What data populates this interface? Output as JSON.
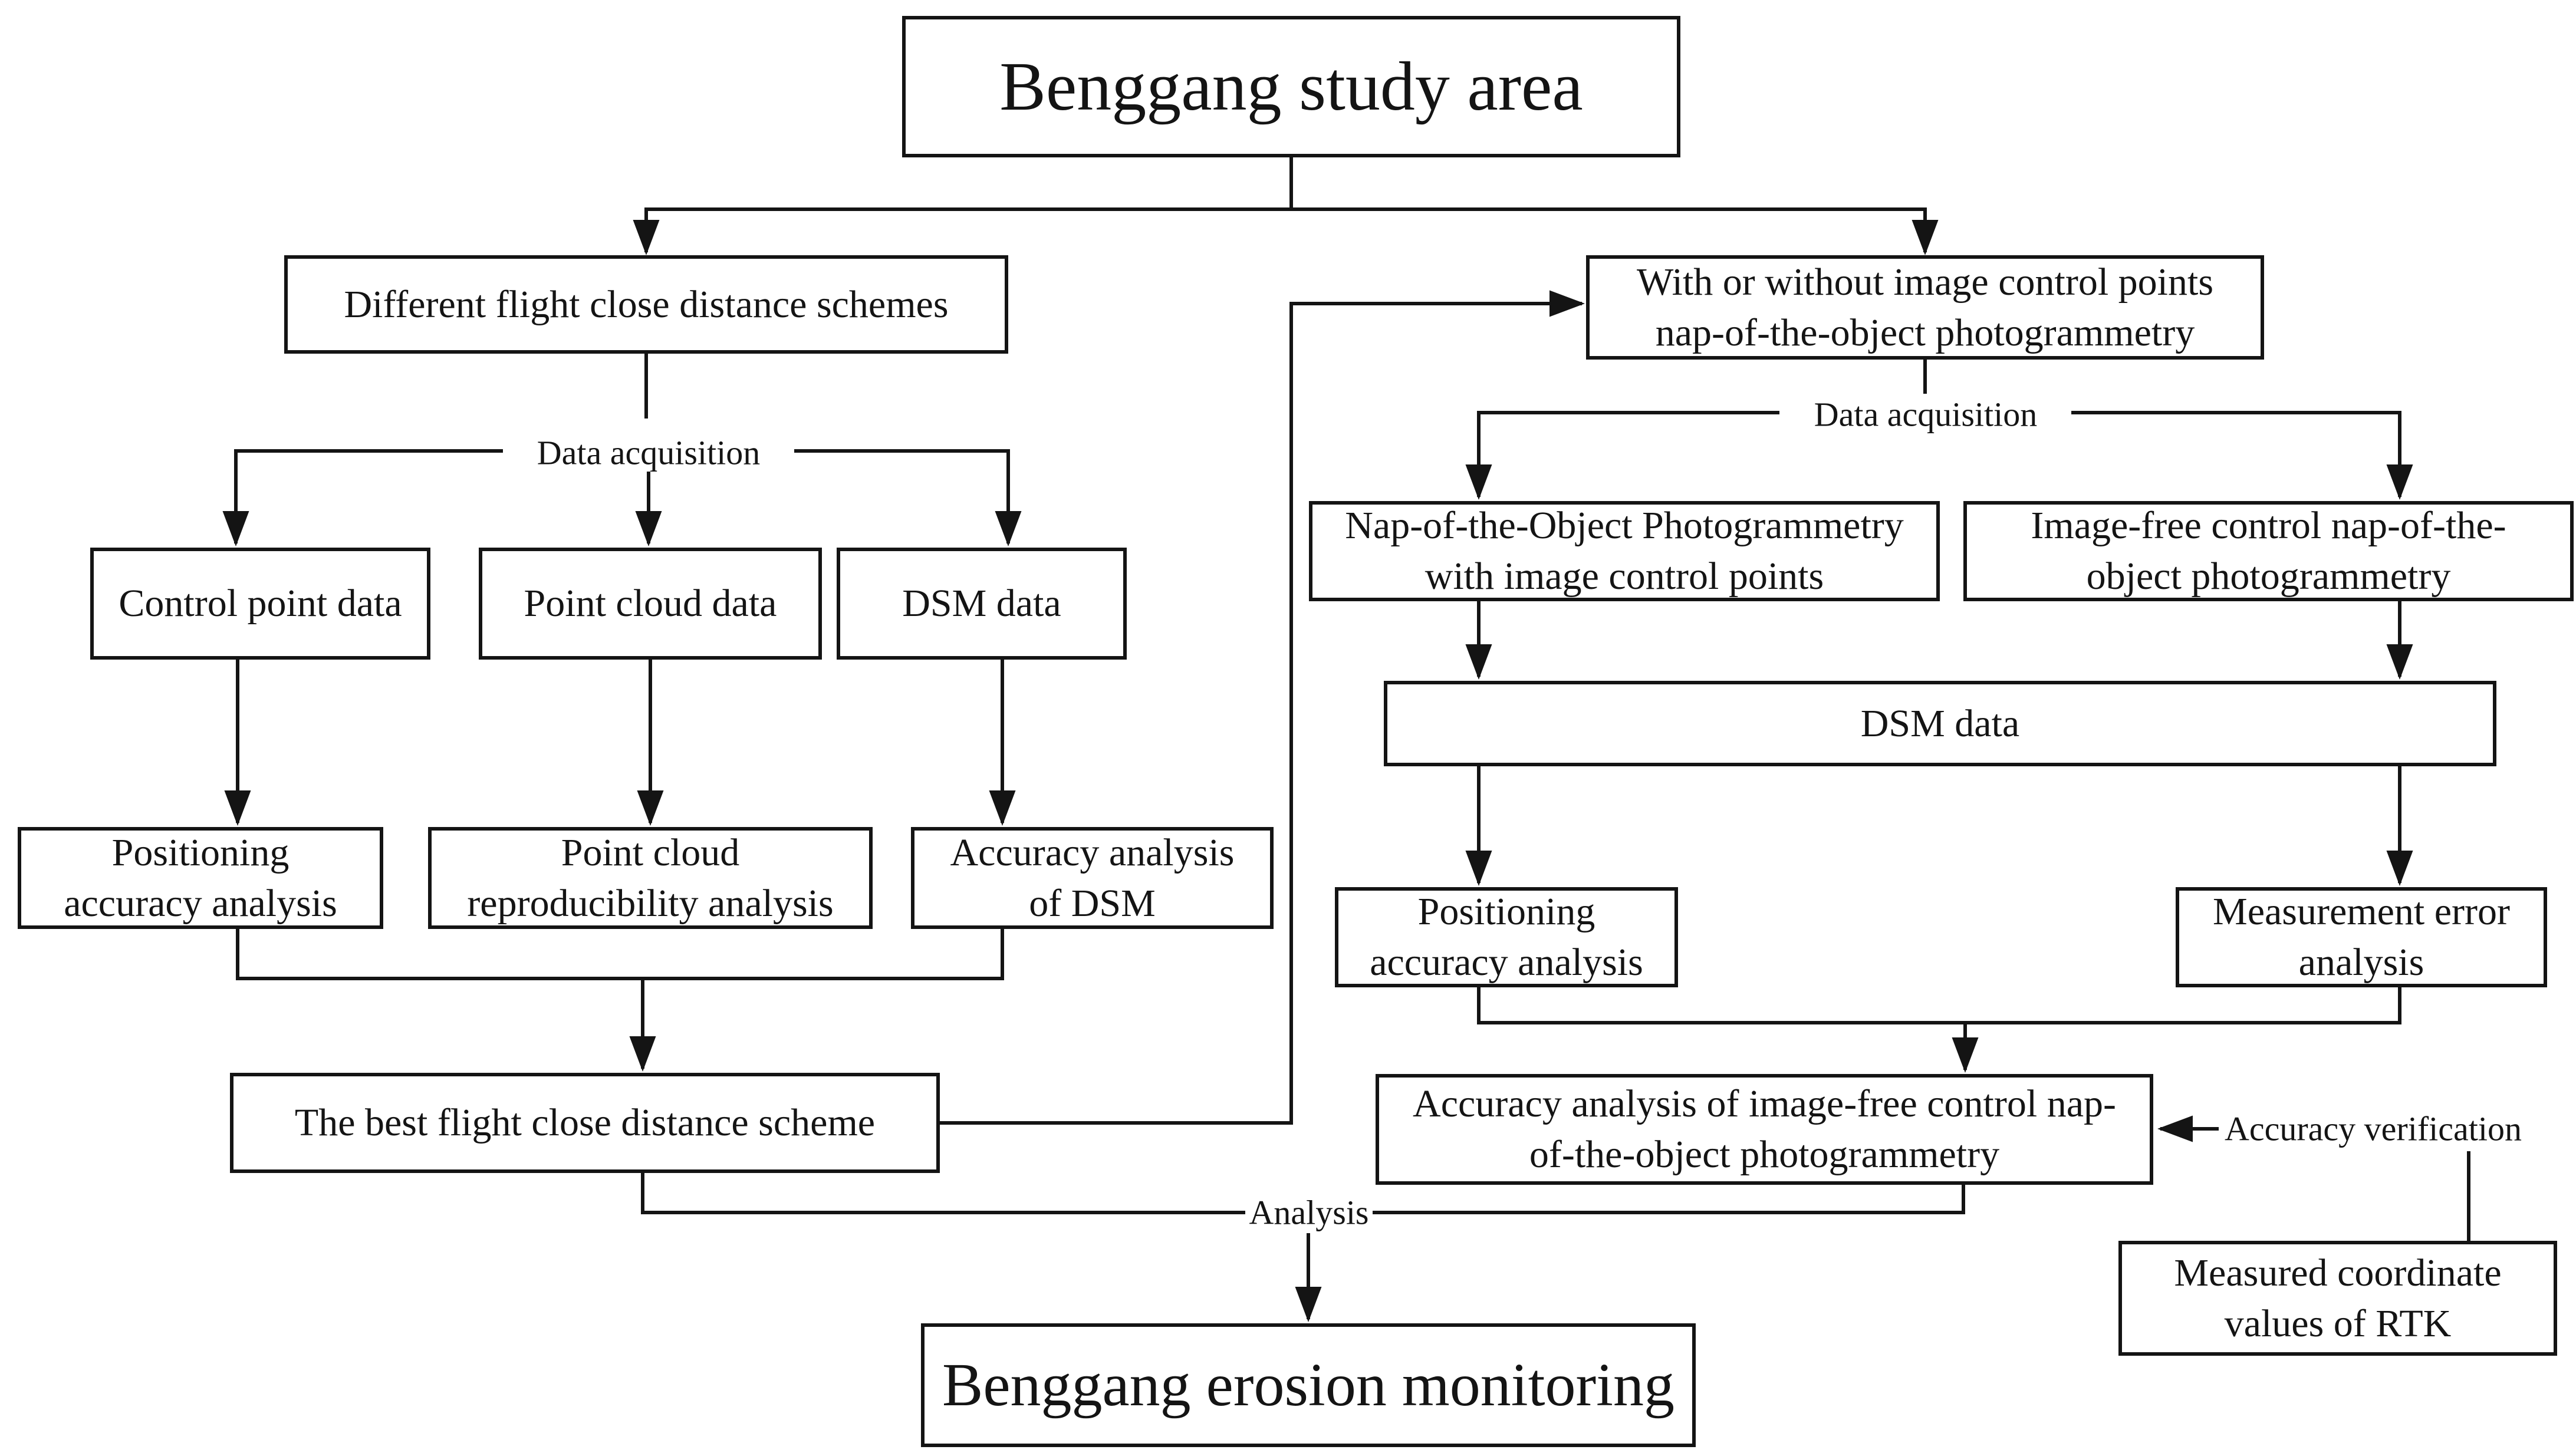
{
  "diagram": {
    "title": "Benggang study area flowchart",
    "colors": {
      "ink": "#141414",
      "background": "#ffffff",
      "box_background": "#ffffff"
    },
    "nodes": {
      "study_area": {
        "text": "Benggang study area"
      },
      "flight_schemes": {
        "text": "Different flight close distance schemes"
      },
      "with_without_icp": {
        "text": "With or without image control points\nnap-of-the-object photogrammetry"
      },
      "control_point_data": {
        "text": "Control point data"
      },
      "point_cloud_data": {
        "text": "Point cloud data"
      },
      "dsm_data_left": {
        "text": "DSM data"
      },
      "positioning_accuracy_left": {
        "text": "Positioning\naccuracy analysis"
      },
      "point_cloud_repro": {
        "text": "Point cloud\nreproducibility analysis"
      },
      "accuracy_dsm": {
        "text": "Accuracy analysis\nof DSM"
      },
      "best_flight_scheme": {
        "text": "The best flight close distance scheme"
      },
      "nap_with_icp": {
        "text": "Nap-of-the-Object Photogrammetry\nwith image control points"
      },
      "image_free_nap": {
        "text": "Image-free control nap-of-the-\nobject photogrammetry"
      },
      "dsm_data_right": {
        "text": "DSM data"
      },
      "positioning_accuracy_right": {
        "text": "Positioning\naccuracy analysis"
      },
      "measurement_error": {
        "text": "Measurement error\nanalysis"
      },
      "accuracy_image_free": {
        "text": "Accuracy analysis of image-free control nap-\nof-the-object photogrammetry"
      },
      "rtk_values": {
        "text": "Measured coordinate\nvalues of RTK"
      },
      "erosion_monitoring": {
        "text": "Benggang erosion monitoring"
      }
    },
    "edge_labels": {
      "data_acquisition_left": "Data acquisition",
      "data_acquisition_right": "Data acquisition",
      "analysis": "Analysis",
      "accuracy_verification": "Accuracy verification"
    }
  }
}
